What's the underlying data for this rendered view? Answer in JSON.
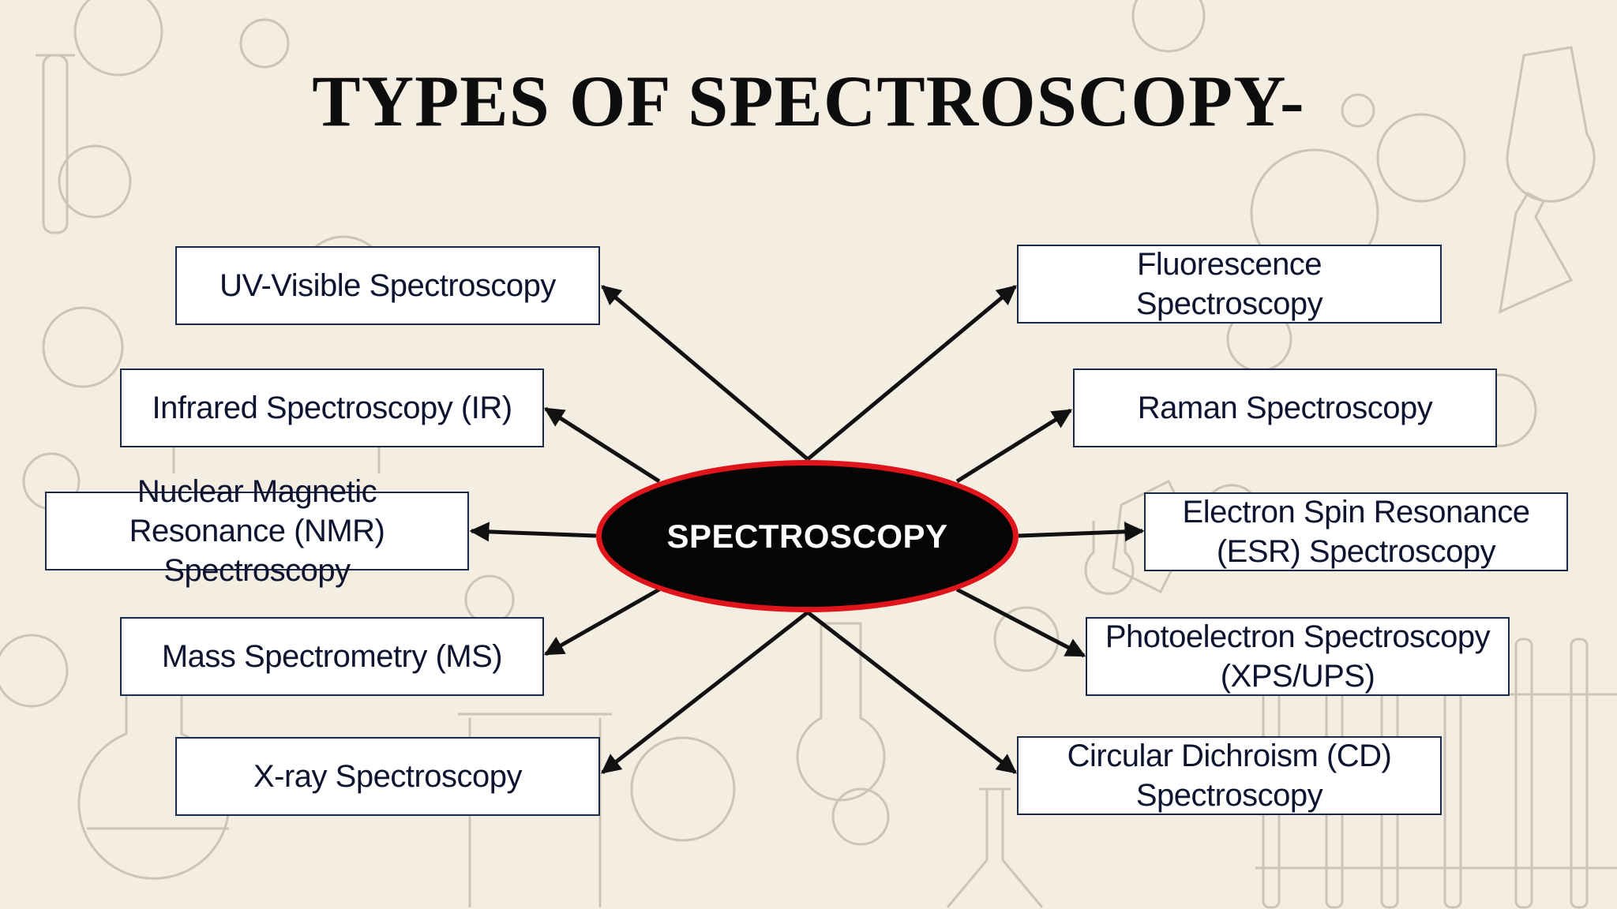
{
  "title": "TYPES OF SPECTROSCOPY-",
  "hub": "SPECTROSCOPY",
  "nodes": {
    "uv_visible": "UV-Visible Spectroscopy",
    "infrared": "Infrared Spectroscopy (IR)",
    "nmr": "Nuclear Magnetic Resonance (NMR) Spectroscopy",
    "mass": "Mass Spectrometry (MS)",
    "xray": "X-ray Spectroscopy",
    "fluorescence": "Fluorescence Spectroscopy",
    "raman": "Raman Spectroscopy",
    "esr": "Electron Spin Resonance (ESR) Spectroscopy",
    "photoelectron": "Photoelectron Spectroscopy (XPS/UPS)",
    "cd": "Circular Dichroism (CD) Spectroscopy"
  },
  "colors": {
    "background": "#f3ede2",
    "hub_fill": "#050505",
    "hub_border": "#e0141b",
    "box_border": "#1c2a4a",
    "arrow": "#111111",
    "decor": "#c9c2b6"
  }
}
